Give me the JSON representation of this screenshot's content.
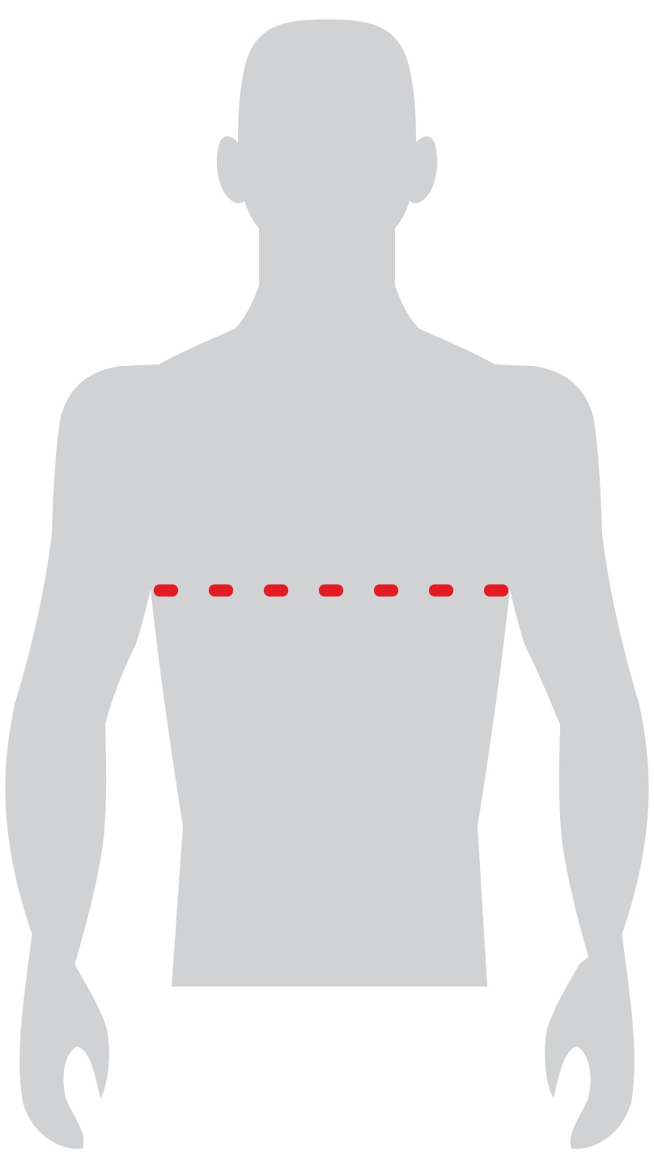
{
  "diagram": {
    "subject": "male-upper-body-silhouette",
    "measurement": "chest",
    "colors": {
      "silhouette": "#d1d2d4",
      "measure_line": "#e31b23",
      "background": "#ffffff"
    },
    "measure_line_dash_count": 7
  }
}
